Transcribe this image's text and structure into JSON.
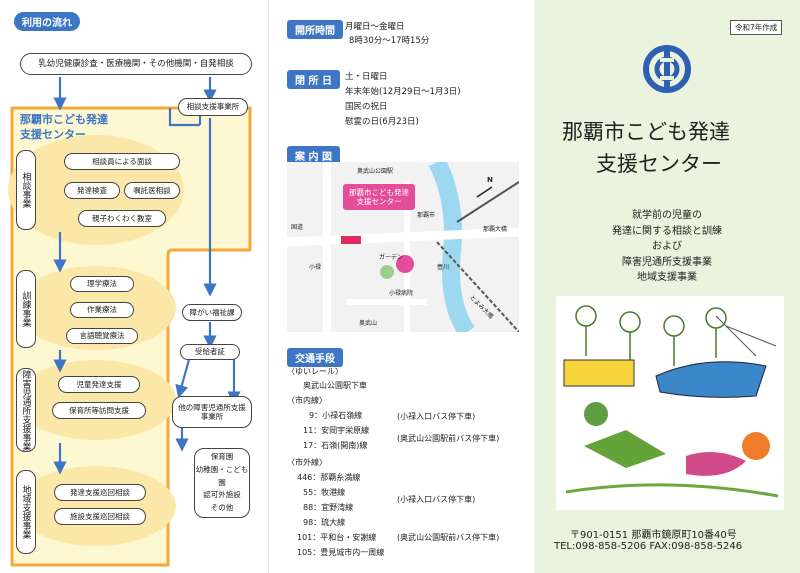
{
  "panel1": {
    "header": "利用の流れ",
    "top_box": "乳幼児健康診査・医療機関・その他機関・自発相談",
    "center_title_1": "那覇市こども発達",
    "center_title_2": "支援センター",
    "consult_office": "相談支援事業所",
    "sections": [
      {
        "label": "相談事業"
      },
      {
        "label": "訓練事業"
      },
      {
        "label": "障害児通所支援事業"
      },
      {
        "label": "地域支援事業"
      }
    ],
    "consult_items": [
      "相談員による面談",
      "発達検査",
      "嘱託医相談",
      "親子わくわく教室"
    ],
    "training_items": [
      "理学療法",
      "作業療法",
      "言語聴覚療法"
    ],
    "tsusho_items": [
      "児童発達支援",
      "保育所等訪問支援"
    ],
    "chiiki_items": [
      "発達支援巡回相談",
      "施設支援巡回相談"
    ],
    "welfare": "障がい福祉課",
    "certificate": "受給者証",
    "other_office_1": "他の障害児通所支援",
    "other_office_2": "事業所",
    "nursery": [
      "保育園",
      "幼稚園・こども園",
      "認可外施設",
      "その他"
    ]
  },
  "panel2": {
    "hours_label": "開所時間",
    "hours": [
      "月曜日～金曜日",
      "8時30分～17時15分"
    ],
    "closed_label": "閉 所 日",
    "closed": [
      "土・日曜日",
      "年末年始(12月29日～1月3日)",
      "国民の祝日",
      "慰霊の日(6月23日)"
    ],
    "map_label": "案 内 図",
    "map_center_1": "那覇市こども発達",
    "map_center_2": "支援センター",
    "map_labels": [
      "奥武山公園駅",
      "那覇市",
      "那覇大橋",
      "とよみ大橋",
      "小禄",
      "ガーデン",
      "小禄病院",
      "奥武山",
      "壺川",
      "国道",
      "N"
    ],
    "transport_label": "交通手段",
    "yui_rail": "〈ゆいレール〉",
    "yui_rail_stop": "奥武山公園駅下車",
    "city_lines": "〈市内線〉",
    "city_routes": [
      "9：小禄石嶺線",
      "11：安岡宇栄原線",
      "17：石嶺(開南)線"
    ],
    "stop_oroku": "(小禄入口バス停下車)",
    "stop_onoyama": "(奥武山公園駅前バス停下車)",
    "outer_lines": "〈市外線〉",
    "outer_routes": [
      "446：那覇糸満線",
      "55：牧港線",
      "88：宜野湾線",
      "98：琉大線",
      "101：平和台・安謝線",
      "105：豊見城市内一周線"
    ],
    "stop_oroku_2": "(小禄入口バス停下車)",
    "stop_onoyama_2": "(奥武山公園駅前バス停下車)"
  },
  "panel3": {
    "date_badge": "令和7年作成",
    "title_1": "那覇市こども発達",
    "title_2": "支援センター",
    "subtitle": [
      "就学前の児童の",
      "発達に関する相談と訓練",
      "および",
      "障害児通所支援事業",
      "地域支援事業"
    ],
    "address": "〒901-0151 那覇市鏡原町10番40号",
    "contact": "TEL:098-858-5206 FAX:098-858-5246",
    "colors": {
      "accent_blue": "#3c76c4",
      "bg_green": "#eaf3dd",
      "orange_frame": "#f3a93a",
      "yellow_fill": "#fdf7d2"
    }
  }
}
